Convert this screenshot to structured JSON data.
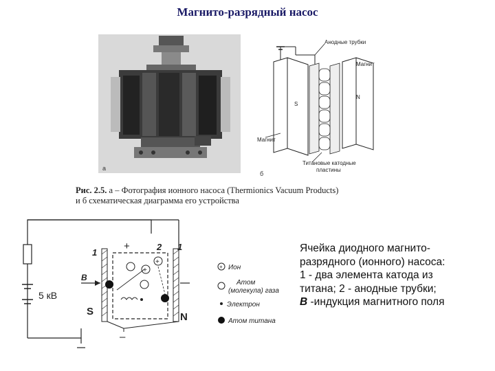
{
  "title": "Магнито-разрядный насос",
  "figure": {
    "photo_label": "а",
    "schematic_label": "б",
    "labels": {
      "anode_tubes": "Анодные трубки",
      "magnet_top": "Магнит",
      "magnet_left": "Магнит",
      "s": "S",
      "n": "N",
      "cathode_plates_line1": "Титановые катодные",
      "cathode_plates_line2": "пластины"
    },
    "caption": {
      "prefix": "Рис. 2.5.",
      "line1_rest": " а – Фотография ионного насоса (Thermionics Vacuum Products)",
      "line2": "и б схематическая диаграмма его устройства"
    }
  },
  "circuit": {
    "voltage": "5 кВ",
    "plus": "+",
    "minus": "–",
    "num_1_left": "1",
    "num_1_right": "1",
    "num_2": "2",
    "b_label": "B",
    "s_label": "S",
    "n_label": "N",
    "legend": {
      "ion": "Ион",
      "atom_line1": "Атом",
      "atom_line2": "(молекула) газа",
      "electron": "Электрон",
      "titanium": "Атом титана"
    }
  },
  "description": "Ячейка диодного магнито-разрядного (ионного) насоса: 1 - два элемента катода из титана; 2 - анодные трубки; B -индукция магнитного поля",
  "description_parts": {
    "line1": "Ячейка диодного магнито-",
    "line2": "разрядного (ионного) насоса:",
    "line3": "1 - два элемента катода из",
    "line4": "титана; 2 - анодные трубки;",
    "b": "B",
    "line5_rest": " -индукция магнитного поля"
  }
}
